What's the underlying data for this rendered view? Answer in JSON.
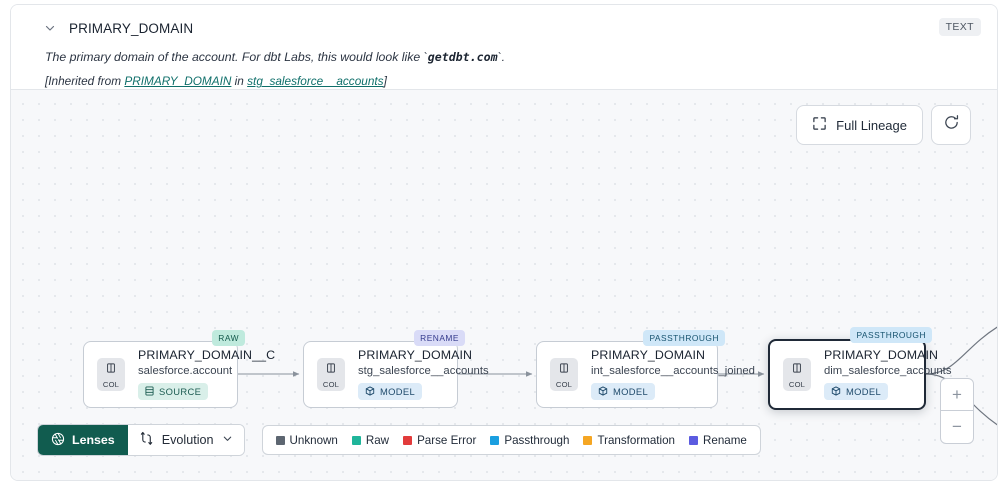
{
  "header": {
    "chevron_icon": "chevron-down-icon",
    "column_title": "PRIMARY_DOMAIN",
    "type_badge": "TEXT",
    "description_pre": "The primary domain of the account. For dbt Labs, this would look like `",
    "description_code": "getdbt.com",
    "description_post": "`.",
    "inherited_prefix": "[Inherited from ",
    "inherited_link": "PRIMARY_DOMAIN",
    "inherited_mid": " in ",
    "inherited_source": "stg_salesforce__accounts",
    "inherited_suffix": "]"
  },
  "toolbar": {
    "full_lineage_label": "Full Lineage",
    "full_lineage_icon": "expand-icon",
    "refresh_icon": "refresh-icon"
  },
  "zoom_controls": {
    "zoom_in_label": "+",
    "zoom_out_label": "−"
  },
  "graph": {
    "nodes": [
      {
        "tag": "RAW",
        "tag_class": "raw",
        "chip_label": "COL",
        "chip_icon": "column-icon",
        "name": "PRIMARY_DOMAIN__C",
        "subtitle": "salesforce.account",
        "pill_label": "SOURCE",
        "pill_class": "source",
        "pill_icon": "database-icon",
        "selected": false
      },
      {
        "tag": "RENAME",
        "tag_class": "rename",
        "chip_label": "COL",
        "chip_icon": "column-icon",
        "name": "PRIMARY_DOMAIN",
        "subtitle": "stg_salesforce__accounts",
        "pill_label": "MODEL",
        "pill_class": "model",
        "pill_icon": "cube-icon",
        "selected": false
      },
      {
        "tag": "PASSTHROUGH",
        "tag_class": "passthrough",
        "chip_label": "COL",
        "chip_icon": "column-icon",
        "name": "PRIMARY_DOMAIN",
        "subtitle": "int_salesforce__accounts_joined",
        "pill_label": "MODEL",
        "pill_class": "model",
        "pill_icon": "cube-icon",
        "selected": false
      },
      {
        "tag": "PASSTHROUGH",
        "tag_class": "passthrough",
        "chip_label": "COL",
        "chip_icon": "column-icon",
        "name": "PRIMARY_DOMAIN",
        "subtitle": "dim_salesforce_accounts",
        "pill_label": "MODEL",
        "pill_class": "model",
        "pill_icon": "cube-icon",
        "selected": true
      }
    ]
  },
  "bottom": {
    "lenses_label": "Lenses",
    "lenses_icon": "aperture-icon",
    "evolution_label": "Evolution",
    "evolution_icon": "evolution-icon",
    "evolution_chevron": "chevron-down-icon",
    "legend": [
      {
        "label": "Unknown",
        "color": "#5d6671"
      },
      {
        "label": "Raw",
        "color": "#1fb59a"
      },
      {
        "label": "Parse Error",
        "color": "#e23b3b"
      },
      {
        "label": "Passthrough",
        "color": "#1a9fe0"
      },
      {
        "label": "Transformation",
        "color": "#f5a623"
      },
      {
        "label": "Rename",
        "color": "#5b5be0"
      }
    ]
  }
}
